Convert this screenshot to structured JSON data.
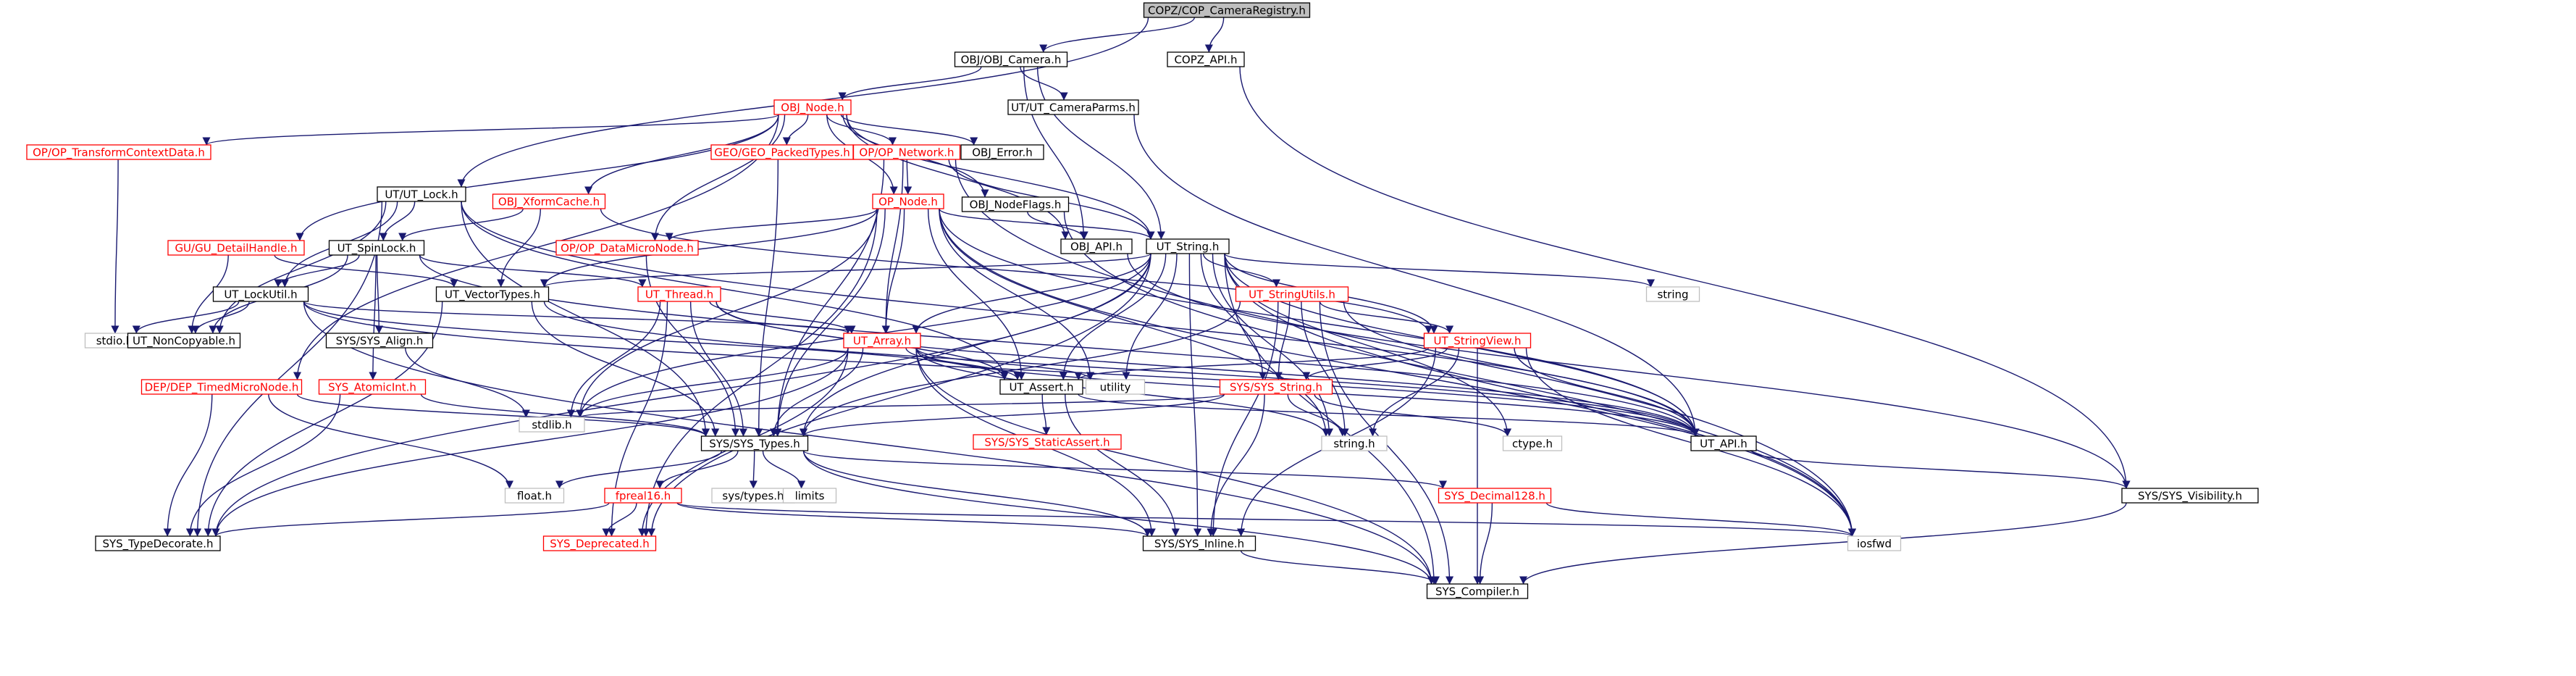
{
  "colors": {
    "edge": "#191970",
    "text": "#000000",
    "highlight_text": "#ff0000",
    "box_border_black": "#000000",
    "box_border_red": "#ff0000",
    "box_border_gray": "#bfbfbf",
    "root_fill": "#bfbfbf",
    "fill": "#ffffff"
  },
  "nodes": [
    {
      "id": "copz_registry",
      "label": "COPZ/COP_CameraRegistry.h",
      "style": "root"
    },
    {
      "id": "obj_camera",
      "label": "OBJ/OBJ_Camera.h",
      "style": "black"
    },
    {
      "id": "copz_api",
      "label": "COPZ_API.h",
      "style": "black"
    },
    {
      "id": "obj_node",
      "label": "OBJ_Node.h",
      "style": "red"
    },
    {
      "id": "ut_cameraparms",
      "label": "UT/UT_CameraParms.h",
      "style": "black"
    },
    {
      "id": "op_transform",
      "label": "OP/OP_TransformContextData.h",
      "style": "red"
    },
    {
      "id": "geo_packed",
      "label": "GEO/GEO_PackedTypes.h",
      "style": "red"
    },
    {
      "id": "op_network",
      "label": "OP/OP_Network.h",
      "style": "red"
    },
    {
      "id": "obj_error",
      "label": "OBJ_Error.h",
      "style": "black"
    },
    {
      "id": "ut_lock",
      "label": "UT/UT_Lock.h",
      "style": "black"
    },
    {
      "id": "obj_xform",
      "label": "OBJ_XformCache.h",
      "style": "red"
    },
    {
      "id": "op_node",
      "label": "OP_Node.h",
      "style": "red"
    },
    {
      "id": "obj_nodeflags",
      "label": "OBJ_NodeFlags.h",
      "style": "black"
    },
    {
      "id": "obj_api",
      "label": "OBJ_API.h",
      "style": "black"
    },
    {
      "id": "gu_detail",
      "label": "GU/GU_DetailHandle.h",
      "style": "red"
    },
    {
      "id": "ut_spinlock",
      "label": "UT_SpinLock.h",
      "style": "black"
    },
    {
      "id": "op_datamicro",
      "label": "OP/OP_DataMicroNode.h",
      "style": "red"
    },
    {
      "id": "ut_string",
      "label": "UT_String.h",
      "style": "black"
    },
    {
      "id": "string",
      "label": "string",
      "style": "gray"
    },
    {
      "id": "ut_vectortypes",
      "label": "UT_VectorTypes.h",
      "style": "black"
    },
    {
      "id": "ut_thread",
      "label": "UT_Thread.h",
      "style": "red"
    },
    {
      "id": "ut_stringutils",
      "label": "UT_StringUtils.h",
      "style": "red"
    },
    {
      "id": "ut_lockutil",
      "label": "UT_LockUtil.h",
      "style": "black"
    },
    {
      "id": "stdio",
      "label": "stdio.h",
      "style": "gray"
    },
    {
      "id": "ut_noncopyable",
      "label": "UT_NonCopyable.h",
      "style": "black"
    },
    {
      "id": "sys_align",
      "label": "SYS/SYS_Align.h",
      "style": "black"
    },
    {
      "id": "ut_array",
      "label": "UT_Array.h",
      "style": "red"
    },
    {
      "id": "ut_stringview",
      "label": "UT_StringView.h",
      "style": "red"
    },
    {
      "id": "dep_timed",
      "label": "DEP/DEP_TimedMicroNode.h",
      "style": "red"
    },
    {
      "id": "sys_atomicint",
      "label": "SYS_AtomicInt.h",
      "style": "red"
    },
    {
      "id": "ut_assert",
      "label": "UT_Assert.h",
      "style": "black"
    },
    {
      "id": "utility",
      "label": "utility",
      "style": "gray"
    },
    {
      "id": "sys_string",
      "label": "SYS/SYS_String.h",
      "style": "red"
    },
    {
      "id": "stdlib",
      "label": "stdlib.h",
      "style": "gray"
    },
    {
      "id": "sys_types",
      "label": "SYS/SYS_Types.h",
      "style": "black"
    },
    {
      "id": "sys_staticassert",
      "label": "SYS/SYS_StaticAssert.h",
      "style": "red"
    },
    {
      "id": "string_h",
      "label": "string.h",
      "style": "gray"
    },
    {
      "id": "ctype",
      "label": "ctype.h",
      "style": "gray"
    },
    {
      "id": "ut_api",
      "label": "UT_API.h",
      "style": "black"
    },
    {
      "id": "float",
      "label": "float.h",
      "style": "gray"
    },
    {
      "id": "fpreal16",
      "label": "fpreal16.h",
      "style": "red"
    },
    {
      "id": "systypes",
      "label": "sys/types.h",
      "style": "gray"
    },
    {
      "id": "limits",
      "label": "limits",
      "style": "gray"
    },
    {
      "id": "sys_decimal",
      "label": "SYS_Decimal128.h",
      "style": "red"
    },
    {
      "id": "sys_visibility",
      "label": "SYS/SYS_Visibility.h",
      "style": "black"
    },
    {
      "id": "sys_typedecorate",
      "label": "SYS_TypeDecorate.h",
      "style": "black"
    },
    {
      "id": "sys_deprecated",
      "label": "SYS_Deprecated.h",
      "style": "red"
    },
    {
      "id": "sys_inline",
      "label": "SYS/SYS_Inline.h",
      "style": "black"
    },
    {
      "id": "iosfwd",
      "label": "iosfwd",
      "style": "gray"
    },
    {
      "id": "sys_compiler",
      "label": "SYS_Compiler.h",
      "style": "black"
    }
  ],
  "edges": [
    [
      "copz_registry",
      "obj_camera"
    ],
    [
      "copz_registry",
      "copz_api"
    ],
    [
      "copz_registry",
      "ut_lock"
    ],
    [
      "obj_camera",
      "obj_node"
    ],
    [
      "obj_camera",
      "ut_cameraparms"
    ],
    [
      "obj_camera",
      "obj_api"
    ],
    [
      "obj_camera",
      "ut_string"
    ],
    [
      "copz_api",
      "sys_visibility"
    ],
    [
      "ut_cameraparms",
      "ut_api"
    ],
    [
      "obj_node",
      "op_transform"
    ],
    [
      "obj_node",
      "geo_packed"
    ],
    [
      "obj_node",
      "op_network"
    ],
    [
      "obj_node",
      "obj_error"
    ],
    [
      "obj_node",
      "obj_xform"
    ],
    [
      "obj_node",
      "op_node"
    ],
    [
      "obj_node",
      "obj_nodeflags"
    ],
    [
      "obj_node",
      "obj_api"
    ],
    [
      "obj_node",
      "gu_detail"
    ],
    [
      "obj_node",
      "op_datamicro"
    ],
    [
      "obj_node",
      "dep_timed"
    ],
    [
      "obj_node",
      "ut_string"
    ],
    [
      "op_transform",
      "stdio"
    ],
    [
      "geo_packed",
      "sys_types"
    ],
    [
      "op_network",
      "op_node"
    ],
    [
      "op_network",
      "ut_string"
    ],
    [
      "op_network",
      "ut_array"
    ],
    [
      "op_network",
      "sys_types"
    ],
    [
      "op_network",
      "iosfwd"
    ],
    [
      "ut_lock",
      "ut_spinlock"
    ],
    [
      "ut_lock",
      "ut_lockutil"
    ],
    [
      "ut_lock",
      "ut_noncopyable"
    ],
    [
      "ut_lock",
      "ut_assert"
    ],
    [
      "ut_lock",
      "sys_types"
    ],
    [
      "ut_lock",
      "ut_api"
    ],
    [
      "ut_lock",
      "sys_typedecorate"
    ],
    [
      "obj_xform",
      "ut_spinlock"
    ],
    [
      "obj_xform",
      "ut_vectortypes"
    ],
    [
      "obj_xform",
      "ut_stringview"
    ],
    [
      "op_node",
      "op_datamicro"
    ],
    [
      "op_node",
      "ut_string"
    ],
    [
      "op_node",
      "ut_array"
    ],
    [
      "op_node",
      "ut_assert"
    ],
    [
      "op_node",
      "sys_types"
    ],
    [
      "op_node",
      "utility"
    ],
    [
      "op_node",
      "ut_vectortypes"
    ],
    [
      "op_node",
      "string_h"
    ],
    [
      "op_node",
      "ut_api"
    ],
    [
      "op_node",
      "iosfwd"
    ],
    [
      "op_node",
      "stdlib"
    ],
    [
      "op_node",
      "sys_deprecated"
    ],
    [
      "obj_nodeflags",
      "obj_api"
    ],
    [
      "obj_nodeflags",
      "iosfwd"
    ],
    [
      "obj_api",
      "sys_visibility"
    ],
    [
      "gu_detail",
      "ut_vectortypes"
    ],
    [
      "gu_detail",
      "ut_noncopyable"
    ],
    [
      "ut_spinlock",
      "ut_lockutil"
    ],
    [
      "ut_spinlock",
      "ut_thread"
    ],
    [
      "ut_spinlock",
      "sys_align"
    ],
    [
      "ut_spinlock",
      "sys_atomicint"
    ],
    [
      "ut_spinlock",
      "ut_noncopyable"
    ],
    [
      "ut_spinlock",
      "ut_api"
    ],
    [
      "op_datamicro",
      "sys_types"
    ],
    [
      "ut_string",
      "string"
    ],
    [
      "ut_string",
      "ut_vectortypes"
    ],
    [
      "ut_string",
      "ut_stringutils"
    ],
    [
      "ut_string",
      "ut_stringview"
    ],
    [
      "ut_string",
      "ut_array"
    ],
    [
      "ut_string",
      "ut_assert"
    ],
    [
      "ut_string",
      "utility"
    ],
    [
      "ut_string",
      "sys_string"
    ],
    [
      "ut_string",
      "string_h"
    ],
    [
      "ut_string",
      "ctype"
    ],
    [
      "ut_string",
      "ut_api"
    ],
    [
      "ut_string",
      "sys_types"
    ],
    [
      "ut_string",
      "sys_inline"
    ],
    [
      "ut_string",
      "iosfwd"
    ],
    [
      "ut_string",
      "sys_compiler"
    ],
    [
      "ut_string",
      "stdlib"
    ],
    [
      "ut_string",
      "sys_typedecorate"
    ],
    [
      "ut_string",
      "sys_deprecated"
    ],
    [
      "ut_vectortypes",
      "sys_types"
    ],
    [
      "ut_vectortypes",
      "ut_api"
    ],
    [
      "ut_vectortypes",
      "sys_typedecorate"
    ],
    [
      "ut_thread",
      "ut_array"
    ],
    [
      "ut_thread",
      "sys_types"
    ],
    [
      "ut_thread",
      "ut_api"
    ],
    [
      "ut_thread",
      "stdlib"
    ],
    [
      "ut_thread",
      "sys_deprecated"
    ],
    [
      "ut_thread",
      "ut_assert"
    ],
    [
      "ut_stringutils",
      "ut_stringview"
    ],
    [
      "ut_stringutils",
      "sys_string"
    ],
    [
      "ut_stringutils",
      "sys_types"
    ],
    [
      "ut_stringutils",
      "string_h"
    ],
    [
      "ut_stringutils",
      "ut_api"
    ],
    [
      "ut_stringutils",
      "sys_inline"
    ],
    [
      "ut_stringutils",
      "sys_compiler"
    ],
    [
      "ut_lockutil",
      "stdio"
    ],
    [
      "ut_lockutil",
      "ut_array"
    ],
    [
      "ut_lockutil",
      "ut_assert"
    ],
    [
      "ut_lockutil",
      "ut_api"
    ],
    [
      "ut_lockutil",
      "sys_compiler"
    ],
    [
      "ut_lockutil",
      "ut_noncopyable"
    ],
    [
      "sys_align",
      "stdlib"
    ],
    [
      "ut_array",
      "ut_assert"
    ],
    [
      "ut_array",
      "sys_types"
    ],
    [
      "ut_array",
      "utility"
    ],
    [
      "ut_array",
      "string_h"
    ],
    [
      "ut_array",
      "ut_api"
    ],
    [
      "ut_array",
      "sys_inline"
    ],
    [
      "ut_array",
      "sys_compiler"
    ],
    [
      "ut_array",
      "sys_deprecated"
    ],
    [
      "ut_array",
      "sys_typedecorate"
    ],
    [
      "ut_array",
      "stdlib"
    ],
    [
      "ut_stringview",
      "ut_assert"
    ],
    [
      "ut_stringview",
      "sys_string"
    ],
    [
      "ut_stringview",
      "string_h"
    ],
    [
      "ut_stringview",
      "ut_api"
    ],
    [
      "ut_stringview",
      "iosfwd"
    ],
    [
      "ut_stringview",
      "sys_inline"
    ],
    [
      "ut_stringview",
      "sys_compiler"
    ],
    [
      "dep_timed",
      "sys_types"
    ],
    [
      "dep_timed",
      "sys_typedecorate"
    ],
    [
      "dep_timed",
      "float"
    ],
    [
      "sys_atomicint",
      "sys_types"
    ],
    [
      "sys_atomicint",
      "sys_typedecorate"
    ],
    [
      "ut_assert",
      "sys_staticassert"
    ],
    [
      "ut_assert",
      "ut_api"
    ],
    [
      "ut_assert",
      "sys_inline"
    ],
    [
      "sys_string",
      "sys_types"
    ],
    [
      "sys_string",
      "string_h"
    ],
    [
      "sys_string",
      "ctype"
    ],
    [
      "sys_string",
      "stdlib"
    ],
    [
      "sys_string",
      "sys_inline"
    ],
    [
      "ut_api",
      "sys_visibility"
    ],
    [
      "sys_types",
      "float"
    ],
    [
      "sys_types",
      "fpreal16"
    ],
    [
      "sys_types",
      "systypes"
    ],
    [
      "sys_types",
      "limits"
    ],
    [
      "sys_types",
      "sys_decimal"
    ],
    [
      "sys_types",
      "sys_inline"
    ],
    [
      "sys_types",
      "sys_compiler"
    ],
    [
      "fpreal16",
      "sys_typedecorate"
    ],
    [
      "fpreal16",
      "sys_deprecated"
    ],
    [
      "fpreal16",
      "sys_inline"
    ],
    [
      "fpreal16",
      "iosfwd"
    ],
    [
      "sys_decimal",
      "sys_compiler"
    ],
    [
      "sys_decimal",
      "iosfwd"
    ],
    [
      "sys_visibility",
      "sys_compiler"
    ],
    [
      "sys_inline",
      "sys_compiler"
    ]
  ]
}
